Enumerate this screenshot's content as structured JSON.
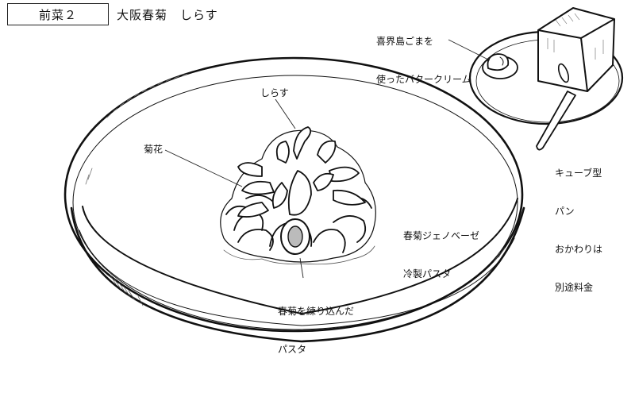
{
  "header": {
    "course_label": "前菜２",
    "dish_name": "大阪春菊",
    "dish_sub": "しらす"
  },
  "labels": {
    "butter_cream": [
      "喜界島ごまを",
      "使ったバタークリーム"
    ],
    "shirasu": "しらす",
    "kikka": "菊花",
    "cube_bread": [
      "キューブ型",
      "パン",
      "おかわりは",
      "別途料金"
    ],
    "genovese": [
      "春菊ジェノベーゼ",
      "冷製パスタ"
    ],
    "kneaded_pasta": [
      "春菊を練り込んだ",
      "パスタ"
    ]
  },
  "colors": {
    "ink": "#111111",
    "paper": "#ffffff",
    "hatch": "#555555"
  }
}
